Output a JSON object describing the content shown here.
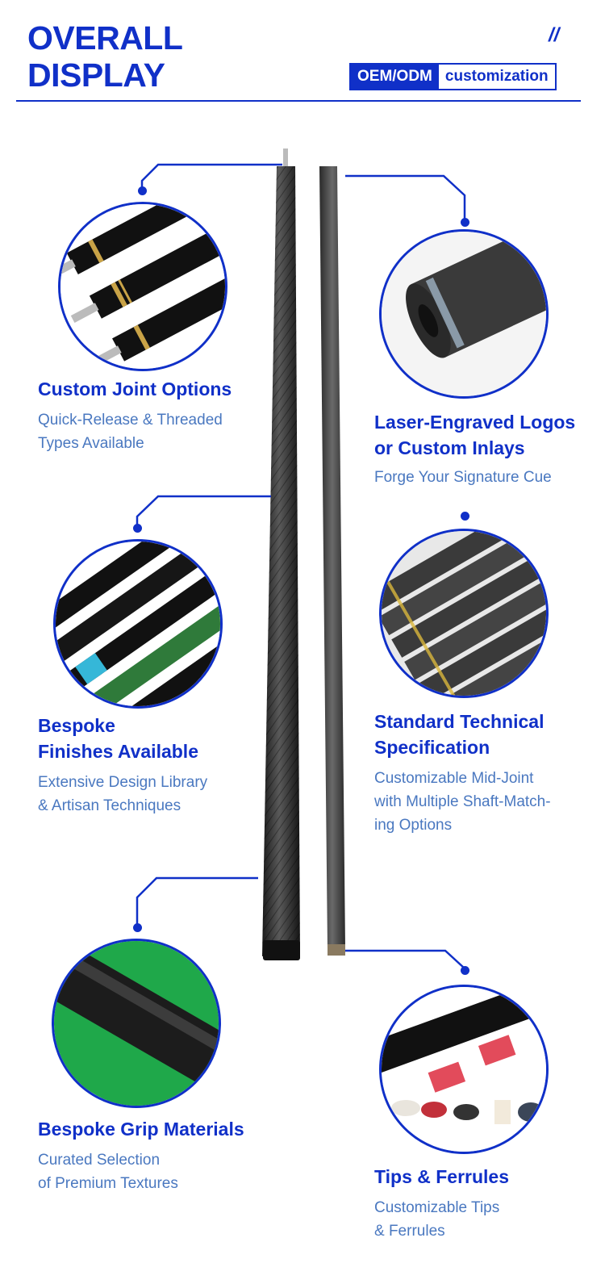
{
  "header": {
    "title_line1": "OVERALL",
    "title_line2": "DISPLAY",
    "slash": "//",
    "badge_left": "OEM/ODM",
    "badge_right": "customization"
  },
  "features": [
    {
      "title": "Custom Joint Options",
      "subtitle_line1": "Quick-Release & Threaded",
      "subtitle_line2": "Types Available"
    },
    {
      "title_line1": "Laser-Engraved Logos",
      "title_line2": "or Custom Inlays",
      "subtitle": "Forge Your Signature Cue"
    },
    {
      "title_line1": "Bespoke",
      "title_line2": "Finishes Available",
      "subtitle_line1": "Extensive Design Library",
      "subtitle_line2": "& Artisan Techniques"
    },
    {
      "title_line1": "Standard Technical",
      "title_line2": "Specification",
      "subtitle_line1": "Customizable Mid-Joint",
      "subtitle_line2": "with Multiple Shaft-Match-",
      "subtitle_line3": "ing Options"
    },
    {
      "title": "Bespoke Grip Materials",
      "subtitle_line1": "Curated Selection",
      "subtitle_line2": "of Premium Textures"
    },
    {
      "title": "Tips & Ferrules",
      "subtitle_line1": "Customizable Tips",
      "subtitle_line2": "& Ferrules"
    }
  ],
  "colors": {
    "brand": "#1030c8",
    "subtitle": "#4a78c0"
  }
}
